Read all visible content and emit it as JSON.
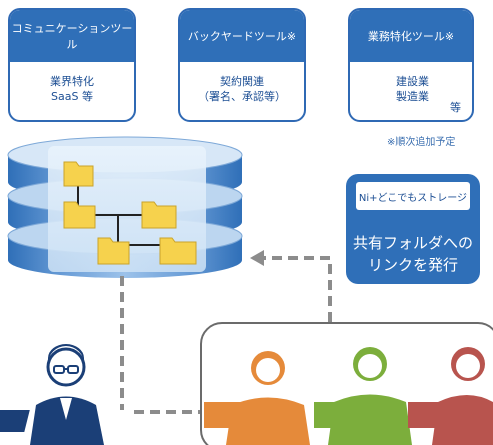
{
  "tools": [
    {
      "title": "コミュニケーションツール",
      "lines": [
        "業界特化",
        "SaaS 等"
      ]
    },
    {
      "title": "バックヤードツール※",
      "lines": [
        "契約関連",
        "（署名、承認等）"
      ]
    },
    {
      "title": "業務特化ツール※",
      "lines": [
        "建設業",
        "製造業"
      ],
      "extra": "等"
    }
  ],
  "note": "※順次追加予定",
  "storage": {
    "badge": "Ni+どこでもストレージ",
    "caption_lines": [
      "共有フォルダへの",
      "リンクを発行"
    ]
  },
  "colors": {
    "brand_blue": "#2f6fb8",
    "folder_yellow": "#f6d24d",
    "dashed_gray": "#8c8c8c",
    "person_orange": "#e58a3a",
    "person_green": "#7cae3c",
    "person_red": "#b8544e"
  }
}
